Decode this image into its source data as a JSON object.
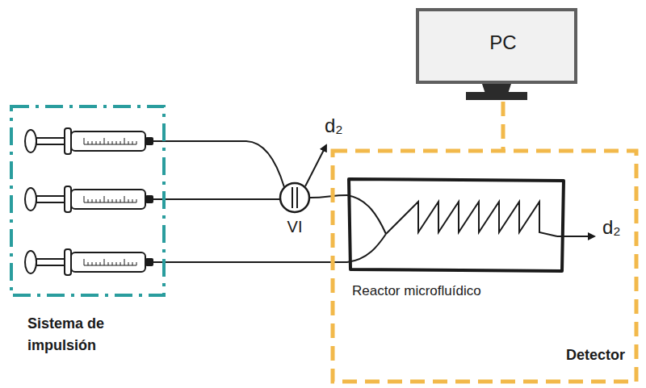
{
  "diagram": {
    "nodes": [
      {
        "text": [
          "Sistema de impulsión"
        ]
      },
      {
        "text": [
          "PC"
        ]
      },
      {
        "text": [
          "Detector"
        ]
      },
      {
        "text": [
          "Reactor microfluídico"
        ],
        "in": 2
      },
      {
        "text": [
          "VI"
        ]
      }
    ],
    "edges": [
      {
        "from": 0,
        "to": 4,
        "arrow": "none"
      },
      {
        "from": 0,
        "to": 4,
        "arrow": "none"
      },
      {
        "from": 4,
        "to": 3,
        "arrow": "none"
      },
      {
        "from": 0,
        "to": 3,
        "arrow": "none"
      },
      {
        "from": 1,
        "to": 2,
        "arrow": "none"
      }
    ],
    "labels": [
      "d₂",
      "d₂"
    ]
  }
}
